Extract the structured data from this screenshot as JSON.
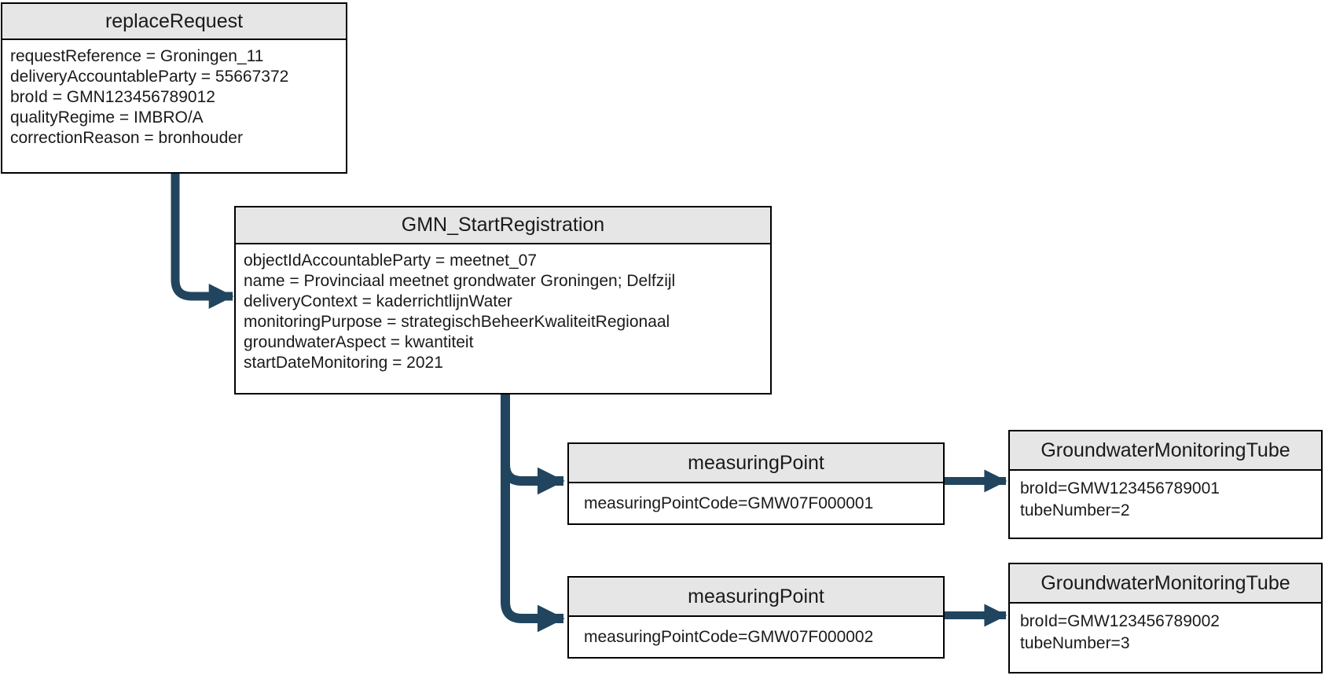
{
  "diagram": {
    "colors": {
      "arrow": "#21455E",
      "header_bg": "#E6E6E6",
      "border": "#000000",
      "canvas_bg": "#FFFFFF"
    },
    "nodes": [
      {
        "title": "replaceRequest",
        "attributes": [
          "requestReference = Groningen_11",
          "deliveryAccountableParty = 55667372",
          "broId = GMN123456789012",
          "qualityRegime = IMBRO/A",
          "correctionReason = bronhouder"
        ]
      },
      {
        "title": "GMN_StartRegistration",
        "attributes": [
          "objectIdAccountableParty = meetnet_07",
          "name = Provinciaal meetnet grondwater Groningen; Delfzijl",
          "deliveryContext = kaderrichtlijnWater",
          "monitoringPurpose = strategischBeheerKwaliteitRegionaal",
          "groundwaterAspect = kwantiteit",
          "startDateMonitoring = 2021"
        ]
      },
      {
        "title": "measuringPoint",
        "attributes": [
          "measuringPointCode=GMW07F000001"
        ]
      },
      {
        "title": "measuringPoint",
        "attributes": [
          "measuringPointCode=GMW07F000002"
        ]
      },
      {
        "title": "GroundwaterMonitoringTube",
        "attributes": [
          "broId=GMW123456789001",
          "tubeNumber=2"
        ]
      },
      {
        "title": "GroundwaterMonitoringTube",
        "attributes": [
          "broId=GMW123456789002",
          "tubeNumber=3"
        ]
      }
    ]
  }
}
